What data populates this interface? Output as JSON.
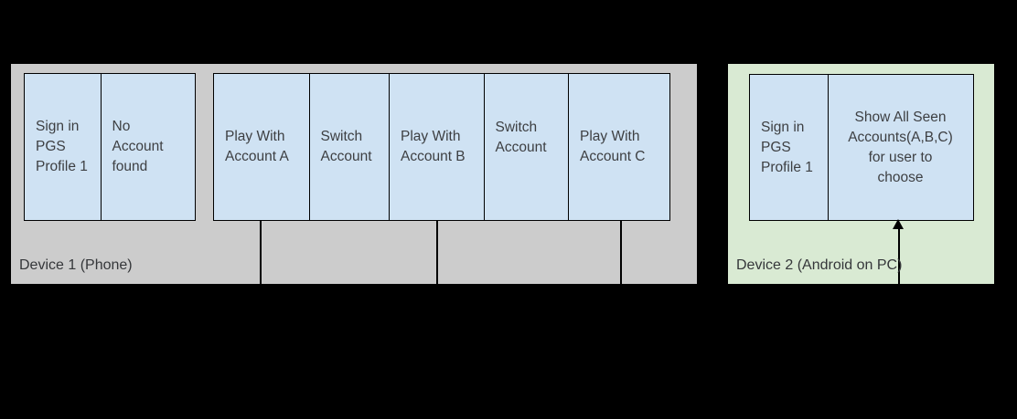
{
  "device1": {
    "label": "Device 1 (Phone)",
    "signin_group": {
      "cells": [
        "Sign in\nPGS\nProfile 1",
        "No\nAccount\nfound"
      ]
    },
    "accounts_group": {
      "cells": [
        "Play With\nAccount A",
        "Switch\nAccount",
        "Play With\nAccount B",
        "Switch\nAccount",
        "Play With\nAccount C"
      ]
    }
  },
  "device2": {
    "label": "Device 2 (Android on PC)",
    "cells": [
      "Sign in\nPGS\nProfile 1",
      "Show All Seen\nAccounts(A,B,C)\nfor user to\nchoose"
    ]
  },
  "colors": {
    "background": "#000000",
    "device1_fill": "#cccccc",
    "device2_fill": "#d9ead3",
    "box_fill": "#cfe2f3",
    "box_border": "#000000",
    "connector": "#000000",
    "text": "#3d3f42"
  }
}
